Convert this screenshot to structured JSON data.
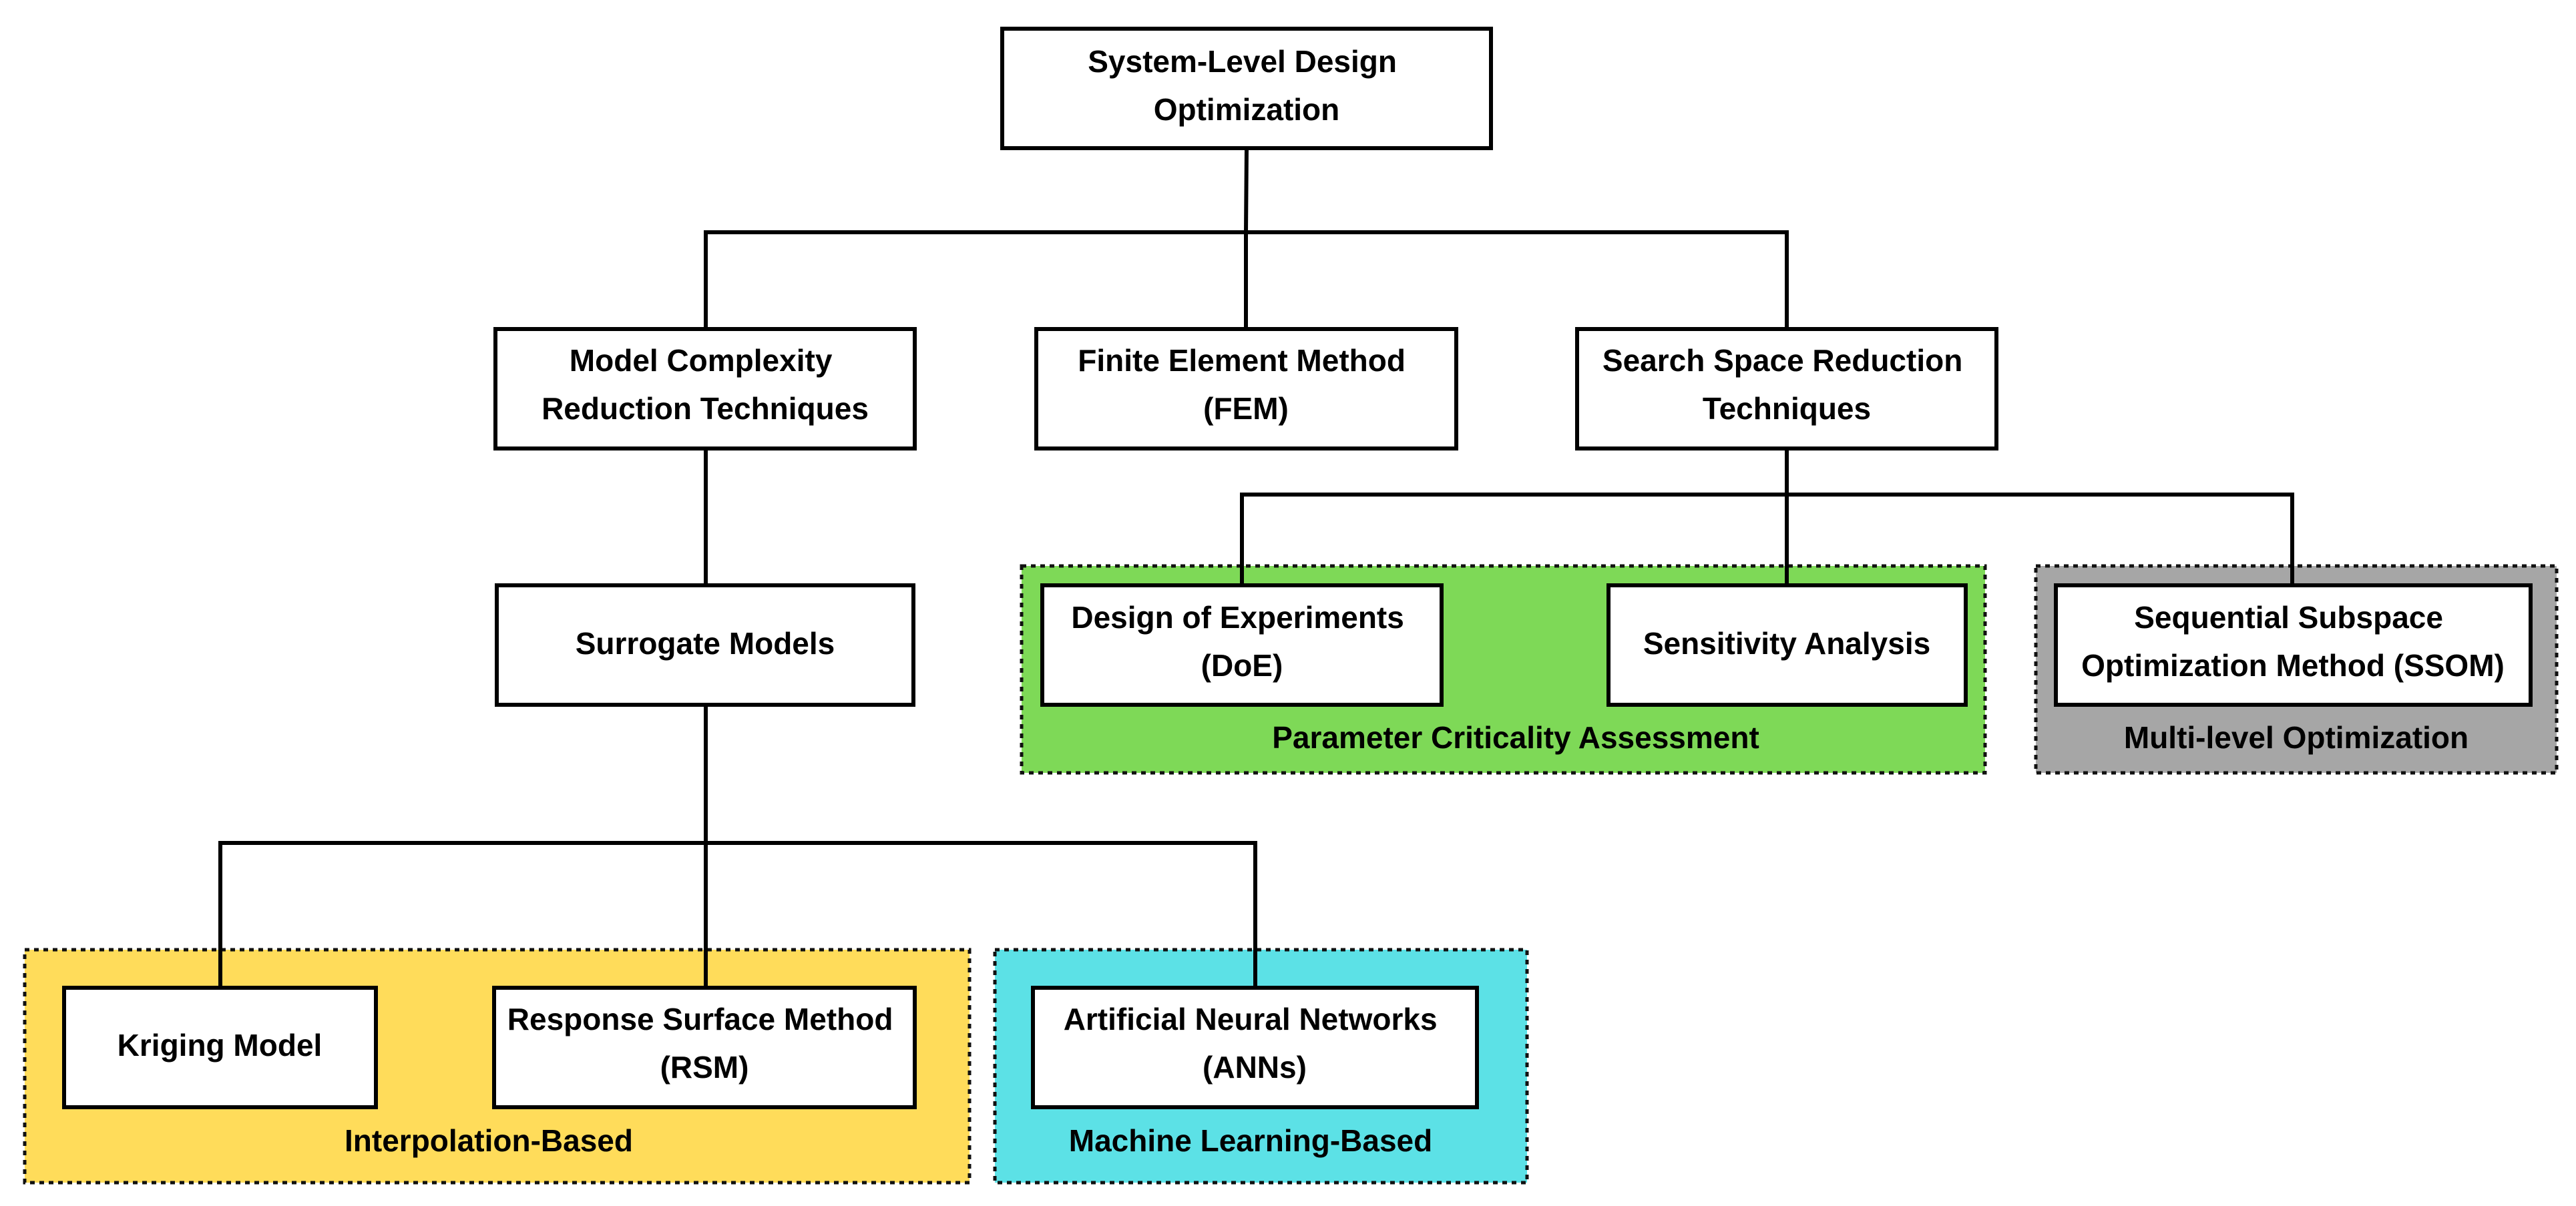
{
  "colors": {
    "interpolation": "#FFDC5A",
    "machine_learning": "#5CE1E6",
    "parameter_criticality": "#7ED957",
    "multi_level": "#A6A6A6"
  },
  "groups": {
    "interpolation": {
      "label": "Interpolation-Based"
    },
    "machine_learning": {
      "label": "Machine Learning-Based"
    },
    "parameter_criticality": {
      "label": "Parameter Criticality Assessment"
    },
    "multi_level": {
      "label": "Multi-level Optimization"
    }
  },
  "nodes": {
    "root": {
      "lines": [
        "System-Level Design",
        "Optimization"
      ]
    },
    "model_complexity": {
      "lines": [
        "Model Complexity",
        "Reduction Techniques"
      ]
    },
    "fem": {
      "lines": [
        "Finite Element Method",
        "(FEM)"
      ]
    },
    "search_space": {
      "lines": [
        "Search Space Reduction",
        "Techniques"
      ]
    },
    "surrogate": {
      "lines": [
        "Surrogate Models"
      ]
    },
    "doe": {
      "lines": [
        "Design of Experiments",
        "(DoE)"
      ]
    },
    "sensitivity": {
      "lines": [
        "Sensitivity Analysis"
      ]
    },
    "ssom": {
      "lines": [
        "Sequential Subspace",
        "Optimization Method (SSOM)"
      ]
    },
    "kriging": {
      "lines": [
        "Kriging Model"
      ]
    },
    "rsm": {
      "lines": [
        "Response Surface Method",
        "(RSM)"
      ]
    },
    "ann": {
      "lines": [
        "Artificial Neural Networks",
        "(ANNs)"
      ]
    }
  }
}
